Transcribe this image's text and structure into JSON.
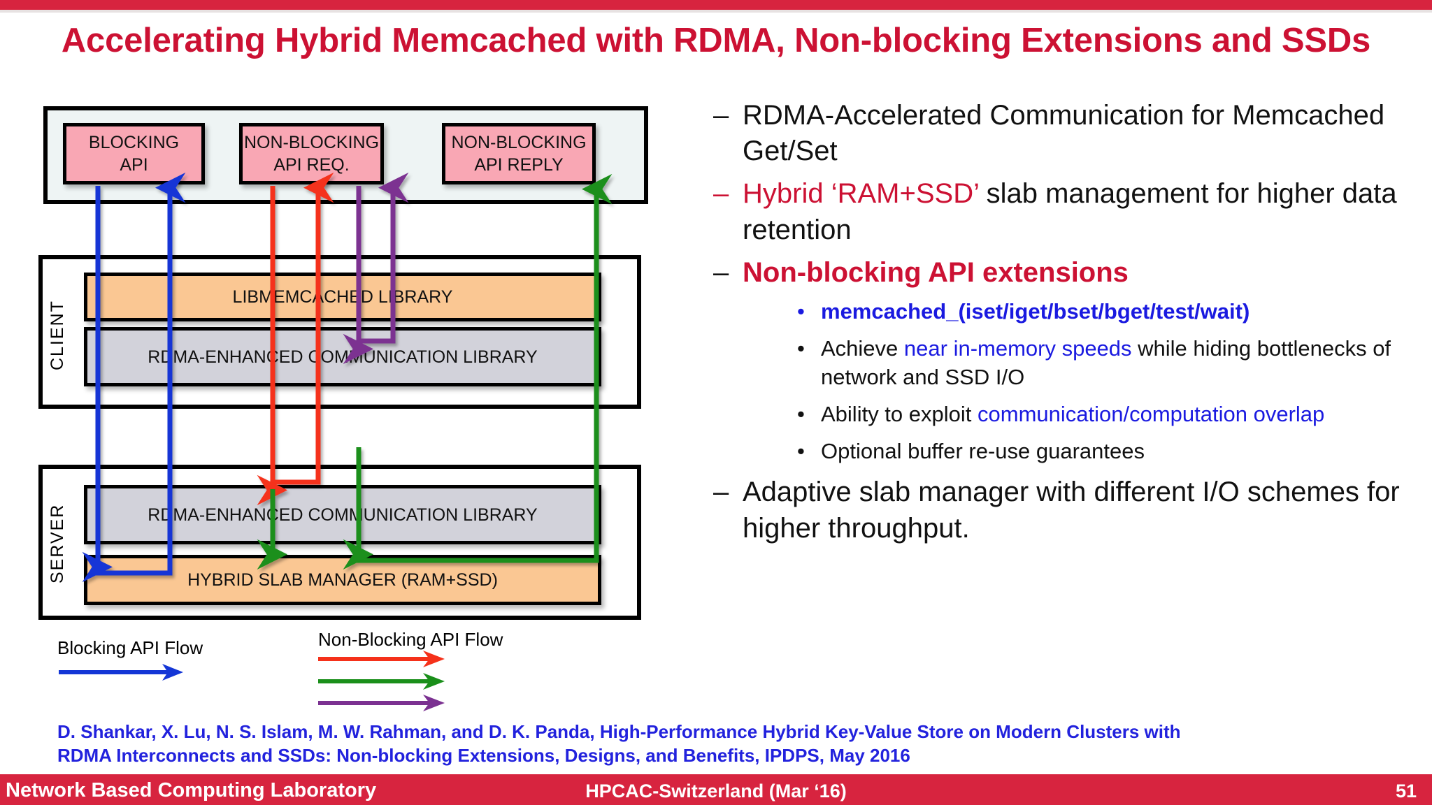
{
  "slide": {
    "title": "Accelerating Hybrid Memcached with RDMA, Non-blocking Extensions and SSDs",
    "accent_red": "#cc1133",
    "bar_red": "#d7243f",
    "blue": "#1a1ae0"
  },
  "diagram": {
    "api_boxes": [
      {
        "line1": "BLOCKING",
        "line2": "API"
      },
      {
        "line1": "NON-BLOCKING",
        "line2": "API  REQ."
      },
      {
        "line1": "NON-BLOCKING",
        "line2": "API REPLY"
      }
    ],
    "client_label": "CLIENT",
    "server_label": "SERVER",
    "client_boxes": [
      "LIBMEMCACHED LIBRARY",
      "RDMA-ENHANCED COMMUNICATION LIBRARY"
    ],
    "server_boxes": [
      "RDMA-ENHANCED COMMUNICATION LIBRARY",
      "HYBRID SLAB MANAGER (RAM+SSD)"
    ],
    "legend": {
      "blocking": "Blocking API Flow",
      "non_blocking": "Non-Blocking API Flow",
      "colors": {
        "blocking": "#1436d6",
        "req": "#f5311a",
        "reply": "#1a8f1a",
        "purple": "#7b3191"
      }
    }
  },
  "citation": {
    "line1": "D. Shankar, X. Lu, N. S. Islam, M. W. Rahman, and D. K. Panda, High-Performance Hybrid Key-Value Store on Modern Clusters with",
    "line2": "RDMA Interconnects and SSDs: Non-blocking Extensions, Designs, and Benefits, IPDPS, May 2016"
  },
  "bullets": {
    "b1": {
      "pre": "RDMA-Accelerated Communication  for Memcached Get/Set"
    },
    "b2": {
      "red": "Hybrid ‘RAM+SSD’",
      "rest": " slab management for higher data retention"
    },
    "b3": {
      "text": "Non-blocking API extensions"
    },
    "subs": [
      {
        "style": "blue",
        "text": "memcached_(iset/iget/bset/bget/test/wait)"
      },
      {
        "style": "mixed-a",
        "pre": "Achieve ",
        "mid": "near in-memory speeds",
        "post": " while hiding bottlenecks of network and SSD I/O"
      },
      {
        "style": "mixed-b",
        "pre": "Ability to exploit ",
        "mid": "communication/computation overlap",
        "post": ""
      },
      {
        "style": "plain",
        "text": "Optional buffer re-use guarantees"
      }
    ],
    "b4": {
      "text": "Adaptive slab manager with different I/O schemes for higher throughput."
    },
    "dash": "–",
    "dot": "•"
  },
  "footer": {
    "left": "Network Based Computing Laboratory",
    "center": "HPCAC-Switzerland (Mar ‘16)",
    "page": "51"
  }
}
